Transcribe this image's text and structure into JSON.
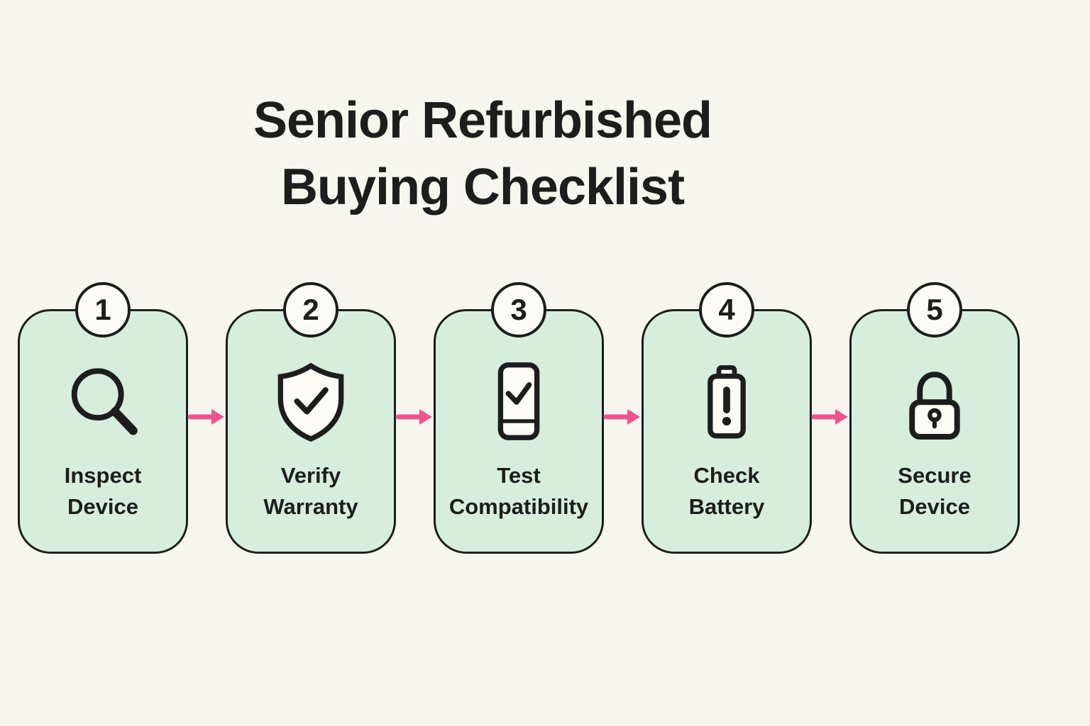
{
  "title": {
    "line1": "Senior Refurbished",
    "line2": "Buying Checklist"
  },
  "steps": [
    {
      "number": "1",
      "label_line1": "Inspect",
      "label_line2": "Device",
      "icon": "magnifier-icon"
    },
    {
      "number": "2",
      "label_line1": "Verify",
      "label_line2": "Warranty",
      "icon": "shield-check-icon"
    },
    {
      "number": "3",
      "label_line1": "Test",
      "label_line2": "Compatibility",
      "icon": "phone-check-icon"
    },
    {
      "number": "4",
      "label_line1": "Check",
      "label_line2": "Battery",
      "icon": "battery-alert-icon"
    },
    {
      "number": "5",
      "label_line1": "Secure",
      "label_line2": "Device",
      "icon": "padlock-icon"
    }
  ],
  "colors": {
    "background": "#f6f5ee",
    "card_fill": "#d7eedd",
    "outline": "#1d1d1d",
    "arrow": "#f0548d",
    "badge_fill": "#fcfbf5",
    "icon_fill": "#fcfbf6"
  }
}
